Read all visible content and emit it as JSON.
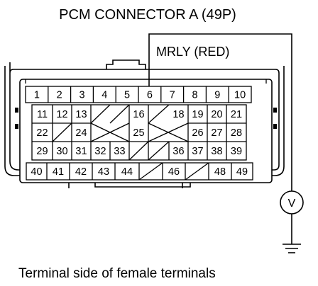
{
  "title": "PCM CONNECTOR A (49P)",
  "wire_label": "MRLY (RED)",
  "caption": "Terminal side of female terminals",
  "meter_symbol": "V",
  "probe_terminal": "6",
  "terminals": {
    "row1": [
      "1",
      "2",
      "3",
      "4",
      "5",
      "6",
      "7",
      "8",
      "9",
      "10"
    ],
    "row2": [
      "11",
      "12",
      "13",
      "",
      "",
      "16",
      "",
      "18",
      "19",
      "20",
      "21"
    ],
    "row3": [
      "22",
      "",
      "24",
      "",
      "",
      "25",
      "",
      "",
      "26",
      "27",
      "28"
    ],
    "row4": [
      "29",
      "30",
      "31",
      "32",
      "33",
      "",
      "",
      "36",
      "37",
      "38",
      "39"
    ],
    "row5": [
      "40",
      "41",
      "42",
      "43",
      "44",
      "",
      "46",
      "",
      "48",
      "49"
    ]
  },
  "colors": {
    "line": "#000000",
    "background": "#ffffff"
  }
}
